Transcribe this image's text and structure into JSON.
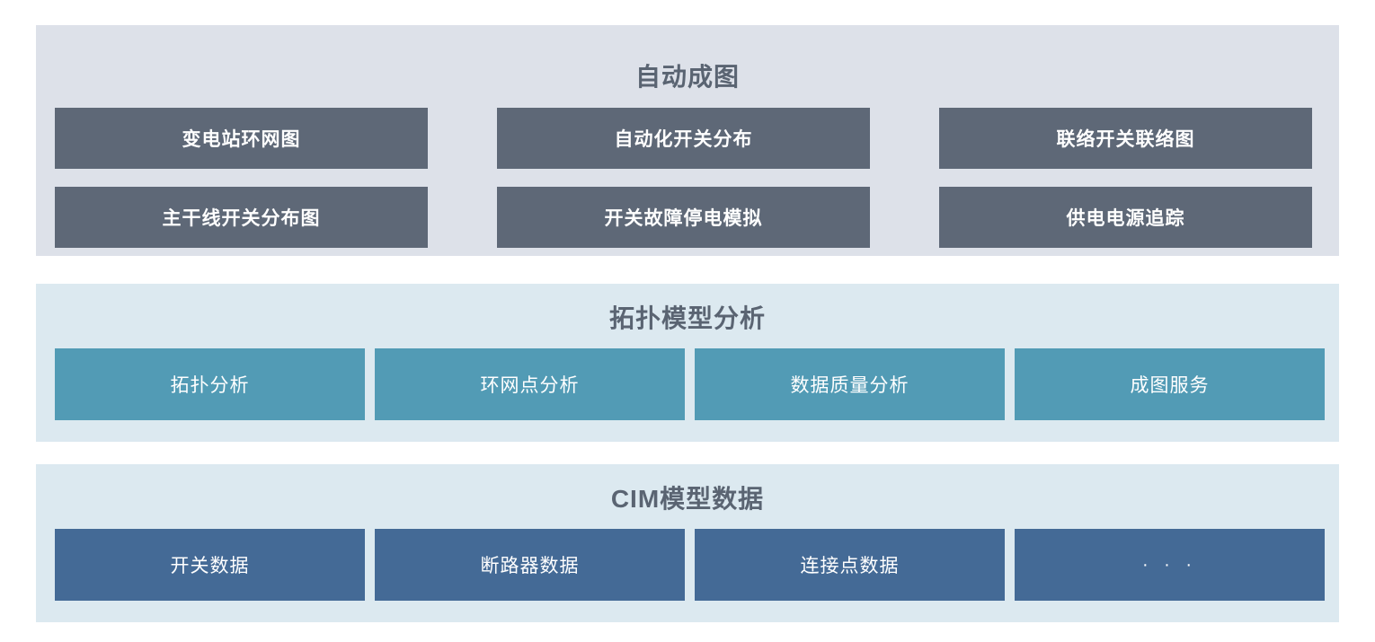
{
  "colors": {
    "page_background": "#ffffff",
    "panel_auto_background": "#dde1e9",
    "panel_topo_background": "#dce9f0",
    "panel_cim_background": "#dce9f0",
    "button_dark": "#5e6877",
    "button_teal": "#529bb5",
    "button_steel": "#446a96",
    "title_text": "#5a6472",
    "button_text": "#ffffff"
  },
  "sections": [
    {
      "id": "auto-mapping",
      "title": "自动成图",
      "buttons": [
        {
          "label": "变电站环网图"
        },
        {
          "label": "自动化开关分布"
        },
        {
          "label": "联络开关联络图"
        },
        {
          "label": "主干线开关分布图"
        },
        {
          "label": "开关故障停电模拟"
        },
        {
          "label": "供电电源追踪"
        }
      ]
    },
    {
      "id": "topology-model-analysis",
      "title": "拓扑模型分析",
      "buttons": [
        {
          "label": "拓扑分析"
        },
        {
          "label": "环网点分析"
        },
        {
          "label": "数据质量分析"
        },
        {
          "label": "成图服务"
        }
      ]
    },
    {
      "id": "cim-model-data",
      "title": "CIM模型数据",
      "buttons": [
        {
          "label": "开关数据"
        },
        {
          "label": "断路器数据"
        },
        {
          "label": "连接点数据"
        },
        {
          "label": "· · ·"
        }
      ]
    }
  ]
}
